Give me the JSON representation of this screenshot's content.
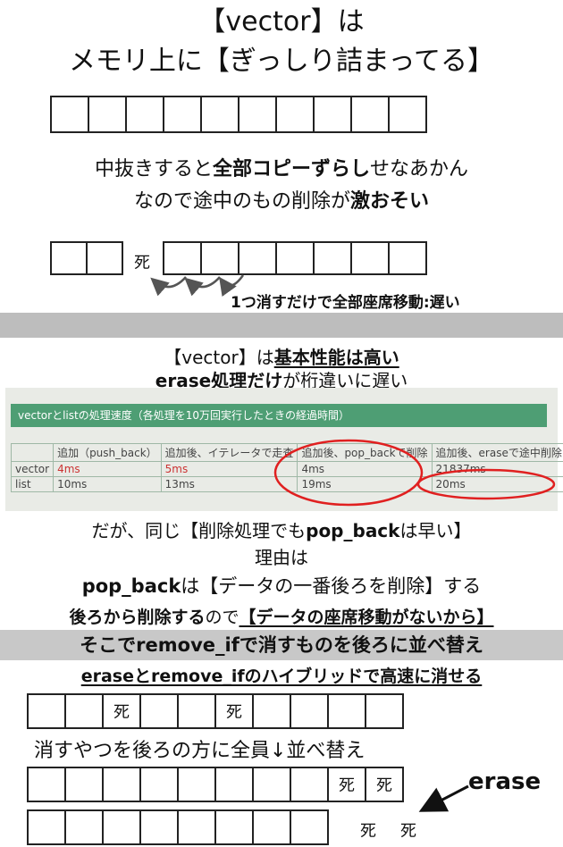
{
  "slide1": {
    "title_line1": "【vector】は",
    "title_line2": "メモリ上に【ぎっしり詰まってる】",
    "desc_line1_a": "中抜きすると",
    "desc_line1_b": "全部コピーずらし",
    "desc_line1_c": "せなあかん",
    "desc_line2_a": "なので途中のもの削除が",
    "desc_line2_b": "激おそい",
    "dead_label": "死",
    "shift_caption": "1つ消すだけで全部座席移動:遅い"
  },
  "slide2": {
    "line1_a": "【vector】は",
    "line1_b": "基本性能は高い",
    "line2_a": "erase処理だけ",
    "line2_b": "が桁違いに遅い",
    "photo": {
      "heading": "vectorとlistの処理速度（各処理を10万回実行したときの経過時間）",
      "headers": [
        "",
        "追加（push_back）",
        "追加後、イテレータで走査",
        "追加後、pop_backで削除",
        "追加後、eraseで途中削除"
      ],
      "rows": [
        [
          "vector",
          "4ms",
          "5ms",
          "4ms",
          "21837ms"
        ],
        [
          "list",
          "10ms",
          "13ms",
          "19ms",
          "20ms"
        ]
      ]
    }
  },
  "slide3": {
    "line1_a": "だが、同じ【削除処理でも",
    "line1_b": "pop_back",
    "line1_c": "は早い】",
    "line2": "理由は",
    "line3_a": "pop_back",
    "line3_b": "は【データの一番後ろを削除】する",
    "line4_a": "後ろから削除する",
    "line4_b": "ので",
    "line4_c": "【データの座席移動がないから】"
  },
  "slide4": {
    "banner": "そこでremove_ifで消すものを後ろに並べ替え",
    "subtitle": "eraseとremove_ifのハイブリッドで高速に消せる",
    "row1": [
      "",
      "",
      "死",
      "",
      "",
      "死",
      "",
      "",
      "",
      ""
    ],
    "caption": "消すやつを後ろの方に全員↓並べ替え",
    "row2": [
      "",
      "",
      "",
      "",
      "",
      "",
      "",
      "",
      "死",
      "死"
    ],
    "erase_label": "erase",
    "row3": [
      "",
      "",
      "",
      "",
      "",
      "",
      "",
      ""
    ],
    "row3_tail": [
      "死",
      "死"
    ]
  }
}
